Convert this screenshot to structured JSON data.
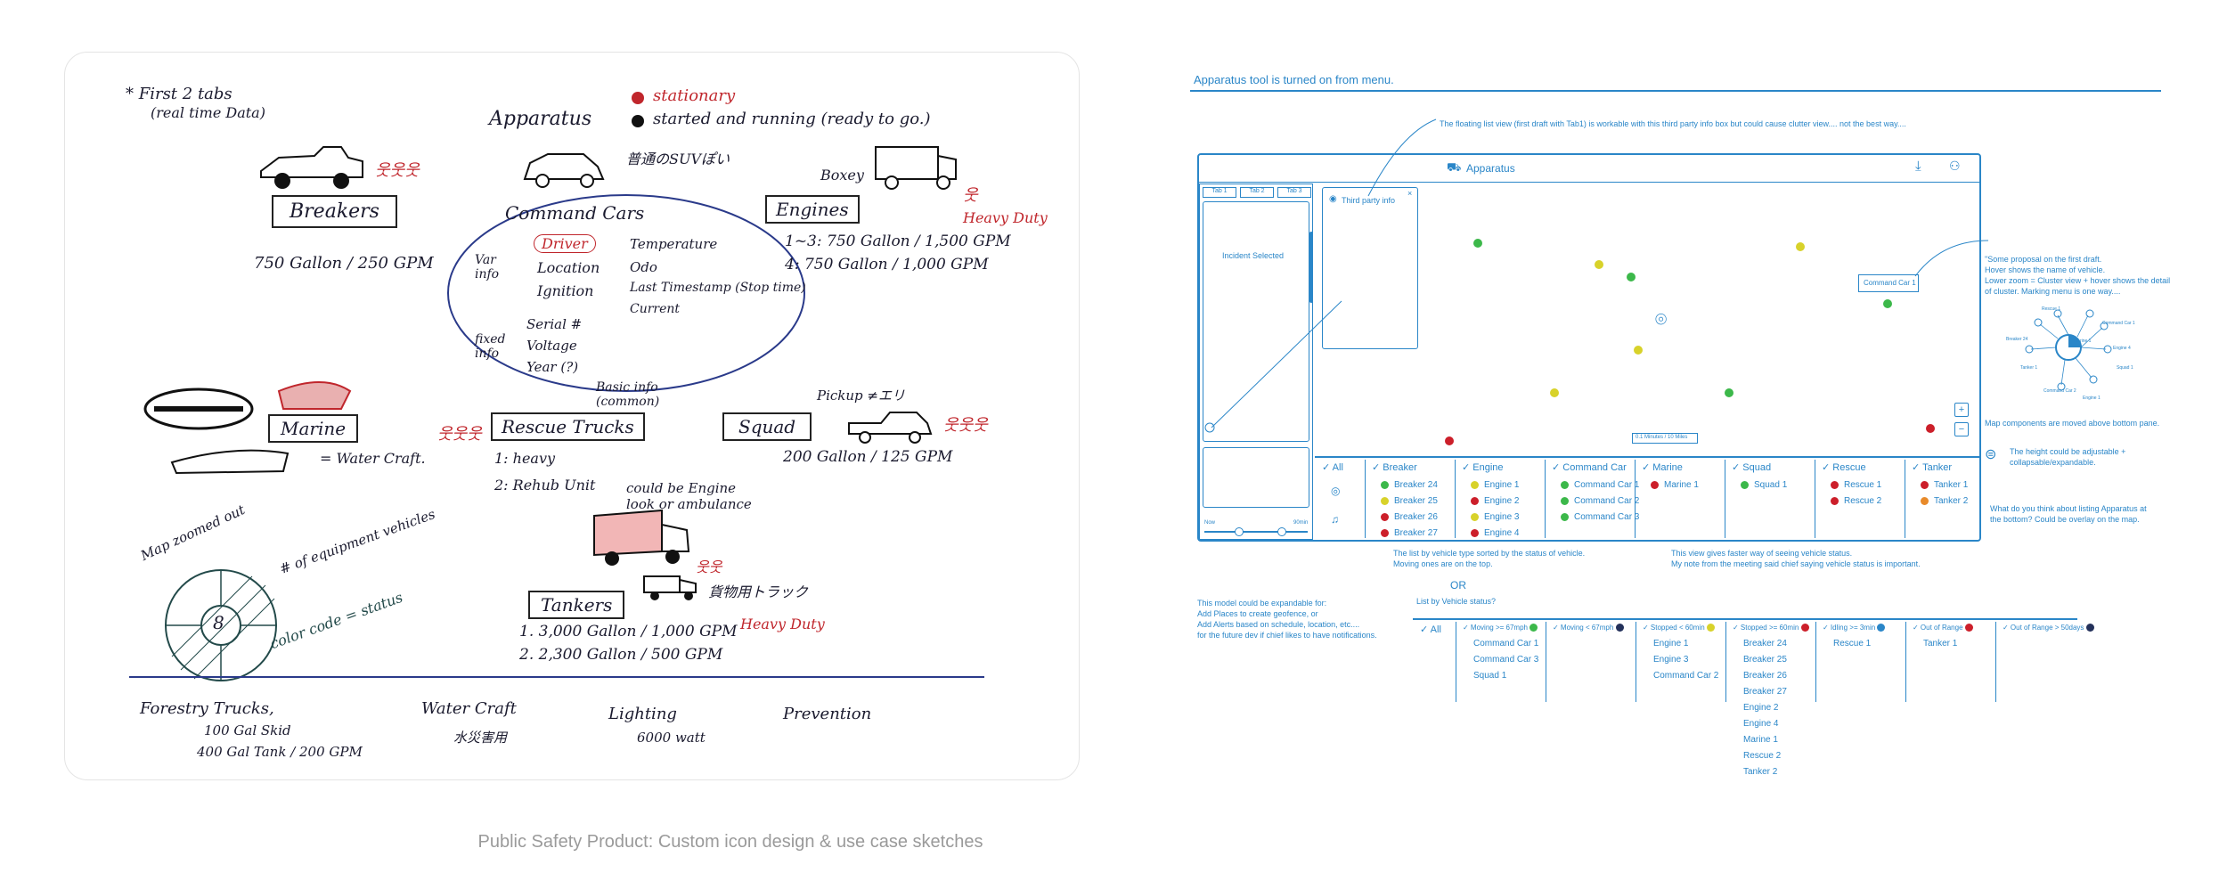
{
  "caption": "Public Safety Product: Custom icon design & use case sketches",
  "sketch": {
    "tabs_note": [
      "* First 2 tabs",
      "(real time Data)"
    ],
    "breakers": {
      "title": "Breakers",
      "spec": "750 Gallon / 250 GPM"
    },
    "marine": {
      "title": "Marine",
      "note": "= Water Craft."
    },
    "apparatus": {
      "title": "Apparatus",
      "legend1": "stationary",
      "legend2": "started and running (ready to go.)",
      "jp_note": "普通のSUVぽい"
    },
    "command_cars": {
      "title": "Command Cars",
      "var_label": "Var info",
      "fixed_label": "fixed info",
      "var_items": [
        "Driver",
        "Location",
        "Ignition"
      ],
      "var_items2": [
        "Temperature",
        "Odo",
        "Last Timestamp (Stop time)",
        "Current"
      ],
      "fixed_items": [
        "Serial #",
        "Voltage",
        "Year (?)"
      ],
      "basic": "Basic info (common)"
    },
    "engines": {
      "title": "Engines",
      "boxey": "Boxey",
      "heavy": "Heavy Duty",
      "spec1": "1~3: 750 Gallon / 1,500 GPM",
      "spec2": "4: 750 Gallon / 1,000 GPM"
    },
    "rescue": {
      "title": "Rescue Trucks",
      "items": [
        "1: heavy",
        "2: Rehub Unit"
      ],
      "note": "could be Engine look or ambulance"
    },
    "squad": {
      "title": "Squad",
      "pickup": "Pickup ≠エリ",
      "spec": "200 Gallon / 125 GPM"
    },
    "tankers": {
      "title": "Tankers",
      "jp": "貨物用トラック",
      "heavy": "Heavy Duty",
      "specs": [
        "1. 3,000 Gallon / 1,000 GPM",
        "2. 2,300 Gallon / 500 GPM"
      ]
    },
    "map_note": {
      "zoomed": "Map zoomed out",
      "equip": "# of equipment vehicles",
      "count": "8",
      "color": "color code = status"
    },
    "forestry": {
      "title": "Forestry Trucks,",
      "l1": "100 Gal Skid",
      "l2": "400 Gal Tank / 200 GPM"
    },
    "watercraft": {
      "title": "Water Craft",
      "jp": "水災害用"
    },
    "lighting": {
      "title": "Lighting",
      "watts": "6000 watt"
    },
    "prevention": {
      "title": "Prevention"
    }
  },
  "wireframe": {
    "heading": "Apparatus tool is turned on from menu.",
    "top_note": "The floating list view (first draft with Tab1) is workable with this third party info box but could cause clutter view.... not the best way....",
    "app_title": "Apparatus",
    "tabs": [
      "Tab 1",
      "Tab 2",
      "Tab 3"
    ],
    "incident": "Incident Selected",
    "third_party": "Third party info",
    "map_label": "Command Car 1",
    "scale": "0.1 Minutes / 10 Miles",
    "slider_left": "Now",
    "slider_right": "90min",
    "right_note": [
      "\"Some proposal on the first draft.",
      "Hover shows the name of vehicle.",
      "Lower zoom = Cluster view + hover shows the detail",
      "of cluster. Marking menu is one way...."
    ],
    "cluster_labels": [
      "Rescue 1",
      "Command Car 1",
      "Tanker 1",
      "Engine 4",
      "Squad 1",
      "Command Car 2",
      "Breaker 24",
      "Engine 1",
      "Marine 1"
    ],
    "map_note2": "Map components are moved above bottom pane.",
    "height_note": [
      "The height could be adjustable +",
      "collapsable/expandable."
    ],
    "question": [
      "What do you think about listing Apparatus at",
      "the bottom? Could be overlay on the map."
    ],
    "colors": {
      "green": "#3cb84a",
      "yellow": "#d8d22a",
      "red": "#cc1f2a",
      "orange": "#e88a2a",
      "navy": "#23305a",
      "blue": "#2a86c8"
    },
    "list1": {
      "all": "All",
      "columns": [
        {
          "name": "Breaker",
          "items": [
            [
              "Breaker 24",
              "green"
            ],
            [
              "Breaker 25",
              "yellow"
            ],
            [
              "Breaker 26",
              "red"
            ],
            [
              "Breaker 27",
              "red"
            ]
          ]
        },
        {
          "name": "Engine",
          "items": [
            [
              "Engine 1",
              "yellow"
            ],
            [
              "Engine 2",
              "red"
            ],
            [
              "Engine 3",
              "yellow"
            ],
            [
              "Engine 4",
              "red"
            ]
          ]
        },
        {
          "name": "Command Car",
          "items": [
            [
              "Command Car 1",
              "green"
            ],
            [
              "Command Car 2",
              "green"
            ],
            [
              "Command Car 3",
              "green"
            ]
          ]
        },
        {
          "name": "Marine",
          "items": [
            [
              "Marine 1",
              "red"
            ]
          ]
        },
        {
          "name": "Squad",
          "items": [
            [
              "Squad 1",
              "green"
            ]
          ]
        },
        {
          "name": "Rescue",
          "items": [
            [
              "Rescue 1",
              "red"
            ],
            [
              "Rescue 2",
              "red"
            ]
          ]
        },
        {
          "name": "Tanker",
          "items": [
            [
              "Tanker 1",
              "red"
            ],
            [
              "Tanker 2",
              "orange"
            ]
          ]
        }
      ]
    },
    "list1_note": [
      "The list by vehicle type sorted by the status of vehicle.",
      "Moving ones are on the top."
    ],
    "list1_note2": [
      "This view gives faster way of  seeing vehicle status.",
      "My note from the meeting said  chief saying vehicle status is important."
    ],
    "or": "OR",
    "list2_title": "List by Vehicle status?",
    "expand_note": [
      "This model could be expandable for:",
      "Add Places to create geofence, or",
      "Add Alerts based on schedule, location, etc....",
      "for the future dev if chief likes to have notifications."
    ],
    "list2": {
      "all": "All",
      "columns": [
        {
          "name": "Moving >= 67mph",
          "color": "green",
          "items": [
            "Command Car 1",
            "Command Car 3",
            "Squad 1"
          ]
        },
        {
          "name": "Moving < 67mph",
          "color": "navy",
          "items": []
        },
        {
          "name": "Stopped < 60min",
          "color": "yellow",
          "items": [
            "Engine 1",
            "Engine 3",
            "Command Car 2"
          ]
        },
        {
          "name": "Stopped >= 60min",
          "color": "red",
          "items": [
            "Breaker 24",
            "Breaker 25",
            "Breaker 26",
            "Breaker 27",
            "Engine 2",
            "Engine 4",
            "Marine 1",
            "Rescue 2",
            "Tanker 2"
          ]
        },
        {
          "name": "Idling >= 3min",
          "color": "blue",
          "items": [
            "Rescue 1"
          ]
        },
        {
          "name": "Out of Range",
          "color": "red",
          "items": [
            "Tanker 1"
          ]
        },
        {
          "name": "Out of Range > 50days",
          "color": "navy",
          "items": []
        }
      ]
    }
  }
}
